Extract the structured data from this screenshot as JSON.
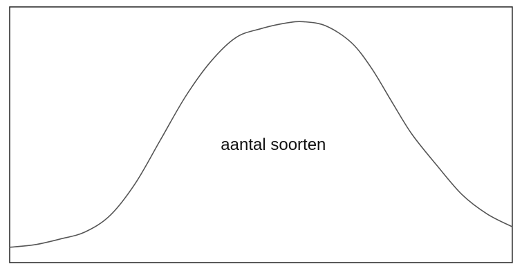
{
  "chart_data": {
    "type": "line",
    "title": "",
    "xlabel": "",
    "ylabel": "",
    "xlim": [
      0,
      1
    ],
    "ylim": [
      0,
      1
    ],
    "grid": false,
    "legend": "none",
    "series": [
      {
        "color": "#555555",
        "points": [
          [
            0.0,
            0.06
          ],
          [
            0.05,
            0.07
          ],
          [
            0.1,
            0.092
          ],
          [
            0.15,
            0.12
          ],
          [
            0.2,
            0.185
          ],
          [
            0.25,
            0.31
          ],
          [
            0.3,
            0.48
          ],
          [
            0.35,
            0.65
          ],
          [
            0.4,
            0.786
          ],
          [
            0.45,
            0.88
          ],
          [
            0.5,
            0.915
          ],
          [
            0.55,
            0.937
          ],
          [
            0.585,
            0.942
          ],
          [
            0.63,
            0.925
          ],
          [
            0.68,
            0.86
          ],
          [
            0.72,
            0.76
          ],
          [
            0.76,
            0.63
          ],
          [
            0.8,
            0.503
          ],
          [
            0.85,
            0.38
          ],
          [
            0.9,
            0.266
          ],
          [
            0.95,
            0.19
          ],
          [
            1.0,
            0.14
          ]
        ]
      }
    ],
    "annotations": [
      {
        "text": "aantal soorten",
        "x": 0.42,
        "y": 0.44
      }
    ]
  }
}
